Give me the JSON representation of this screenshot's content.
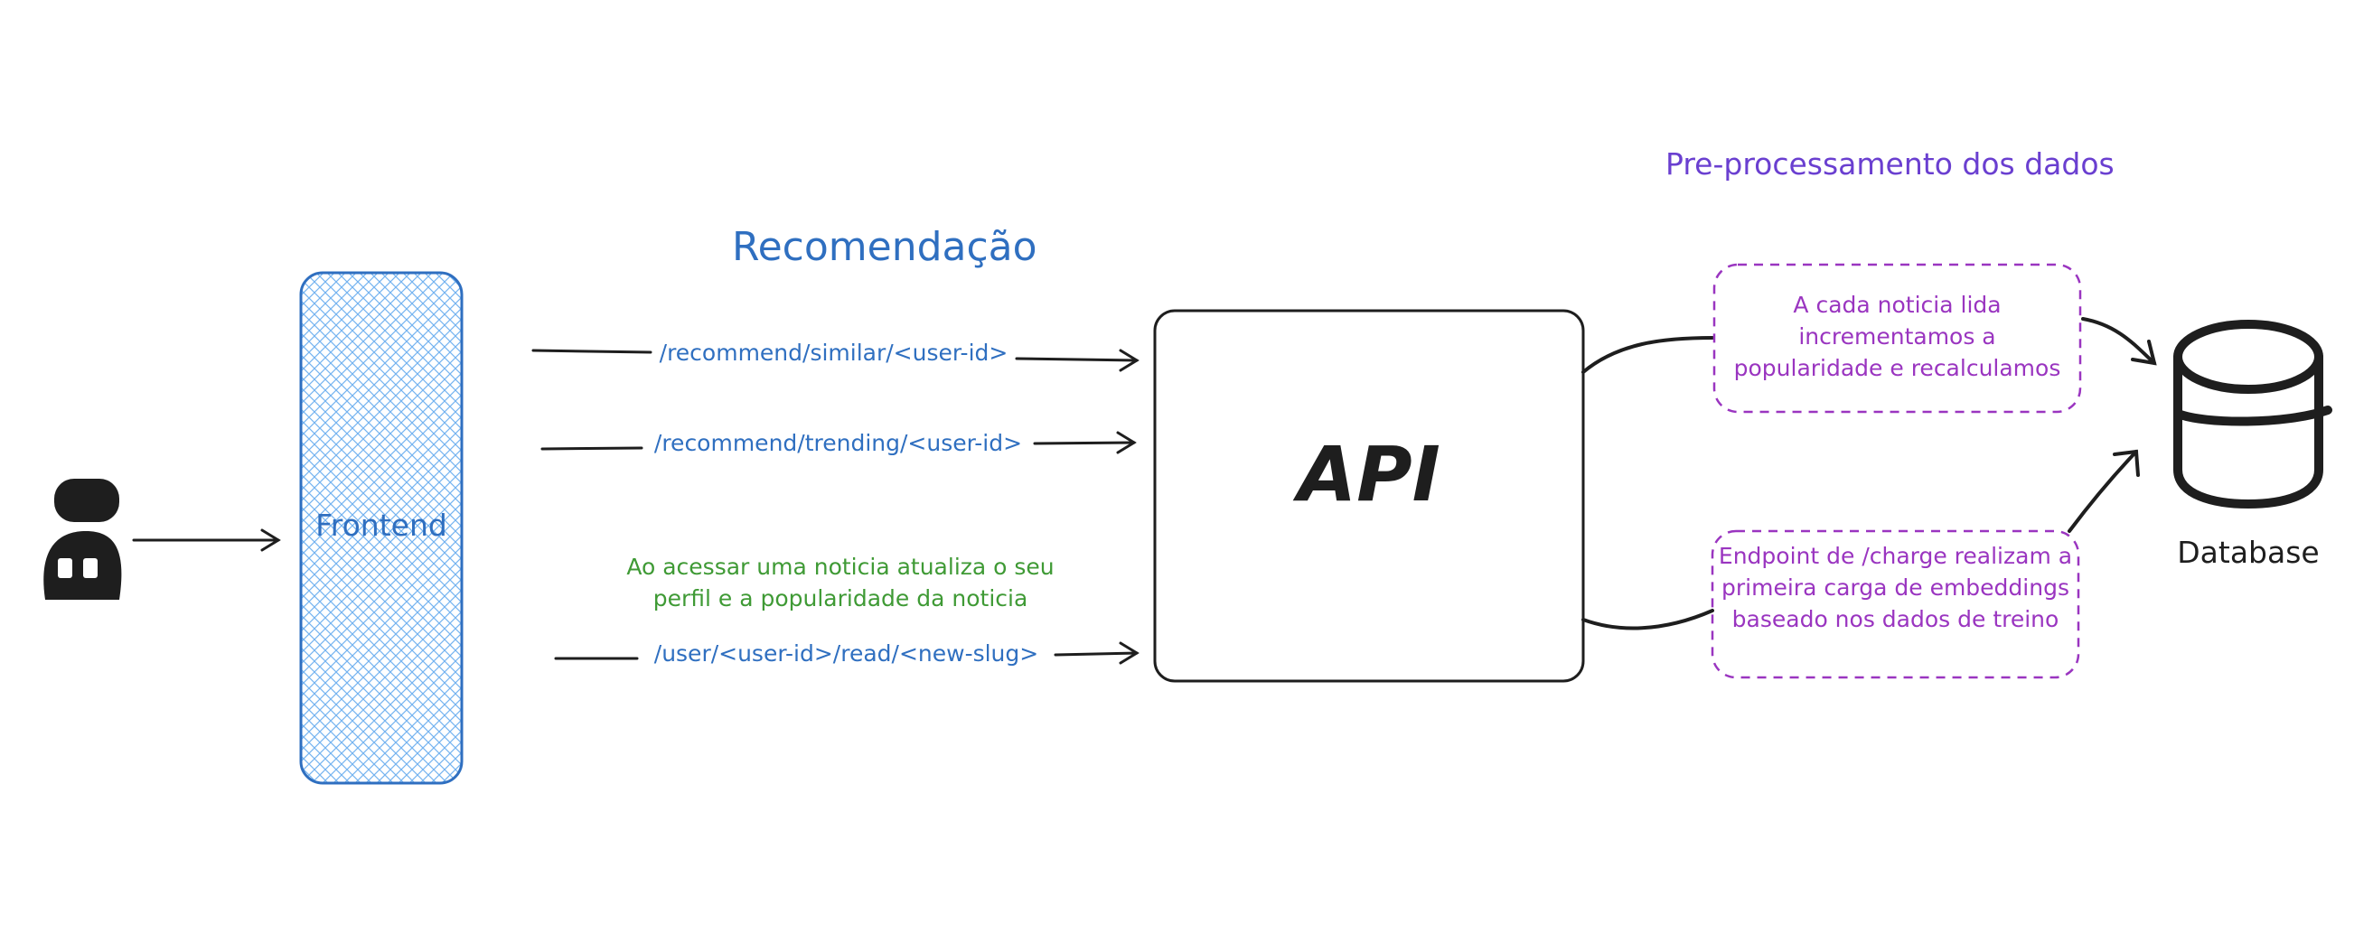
{
  "diagram": {
    "title_recomendacao": "Recomendação",
    "title_preprocessamento": "Pre-processamento dos dados",
    "frontend_label": "Frontend",
    "api_label": "API",
    "database_label": "Database",
    "endpoints": [
      "/recommend/similar/<user-id>",
      "/recommend/trending/<user-id>",
      "/user/<user-id>/read/<new-slug>"
    ],
    "read_note": "Ao acessar uma noticia atualiza o seu perfil e a popularidade da noticia",
    "popularity_note": "A cada noticia lida incrementamos a popularidade e recalculamos",
    "charge_note": "Endpoint de /charge realizam a primeira carga de embeddings baseado nos dados de treino"
  },
  "colors": {
    "frontend": "#2f6fc0",
    "frontend_fill": "#a5d8ff",
    "endpoint_text": "#2f6fc0",
    "note_purple": "#9a35c0",
    "note_green": "#3f9a35",
    "title_purple": "#6a3fd0",
    "stroke": "#1e1e1e"
  },
  "icons": [
    "user-icon",
    "database-icon"
  ]
}
